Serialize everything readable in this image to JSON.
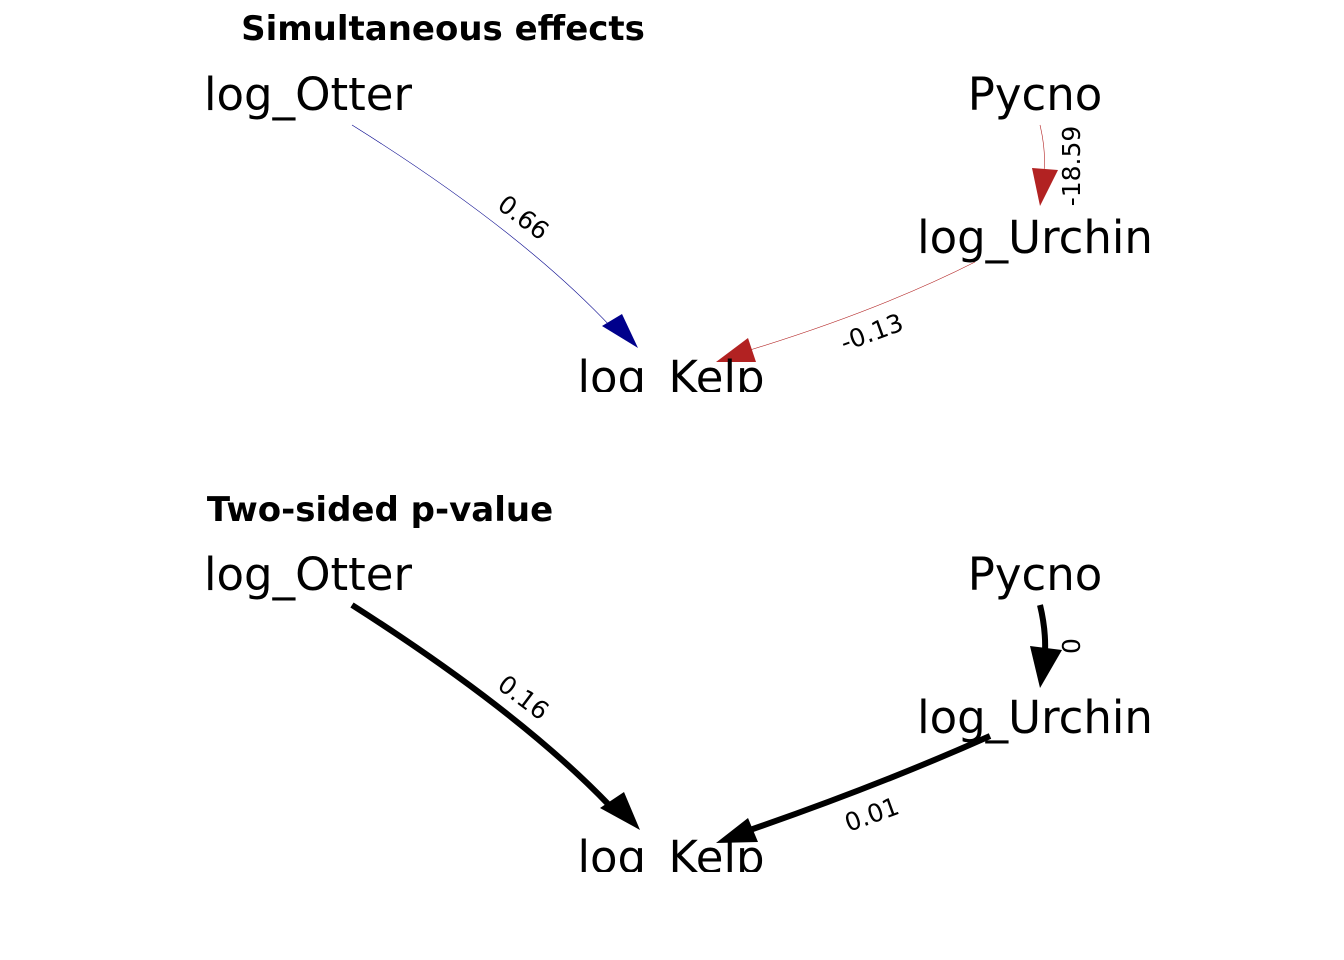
{
  "panels": [
    {
      "title": "Simultaneous effects",
      "nodes": {
        "otter": "log_Otter",
        "pycno": "Pycno",
        "urchin": "log_Urchin",
        "kelp": "log_Kelp"
      },
      "edges": [
        {
          "from": "log_Otter",
          "to": "log_Kelp",
          "label": "0.66",
          "color": "#00008B"
        },
        {
          "from": "Pycno",
          "to": "log_Urchin",
          "label": "-18.59",
          "color": "#B22222"
        },
        {
          "from": "log_Urchin",
          "to": "log_Kelp",
          "label": "-0.13",
          "color": "#B22222"
        }
      ]
    },
    {
      "title": "Two-sided p-value",
      "nodes": {
        "otter": "log_Otter",
        "pycno": "Pycno",
        "urchin": "log_Urchin",
        "kelp": "log_Kelp"
      },
      "edges": [
        {
          "from": "log_Otter",
          "to": "log_Kelp",
          "label": "0.16",
          "color": "#000000"
        },
        {
          "from": "Pycno",
          "to": "log_Urchin",
          "label": "0",
          "color": "#000000"
        },
        {
          "from": "log_Urchin",
          "to": "log_Kelp",
          "label": "0.01",
          "color": "#000000"
        }
      ]
    }
  ]
}
